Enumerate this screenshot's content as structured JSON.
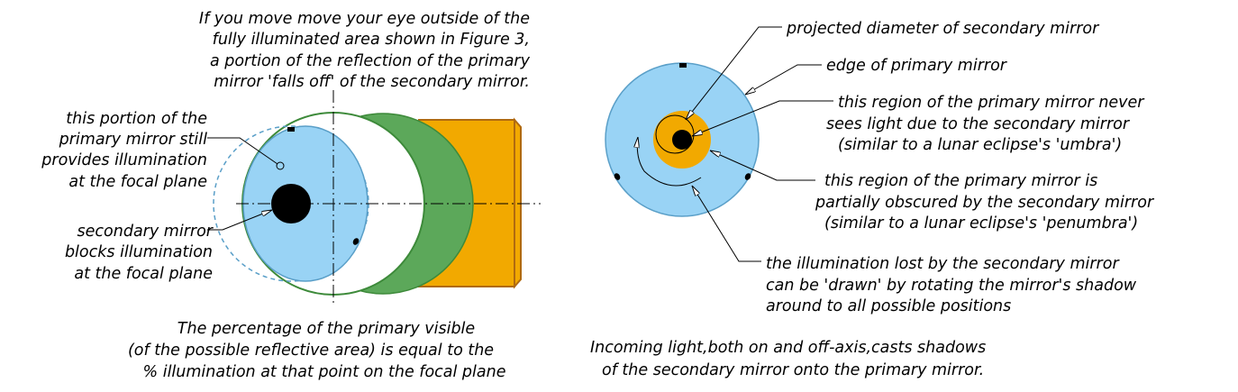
{
  "colors": {
    "blue": "#99d3f5",
    "blue_edge": "#5a9fc8",
    "green": "#5ca85a",
    "green_edge": "#3d8a3a",
    "orange": "#f2a900",
    "orange_edge": "#b06a10"
  },
  "left": {
    "intro": [
      "If you move move your eye outside of the",
      "fully illuminated area shown in Figure 3,",
      "a portion of the reflection of the primary",
      "mirror 'falls off' of the secondary mirror."
    ],
    "portion_label": [
      "this portion of the",
      "primary mirror still",
      "provides illumination",
      "at the focal plane"
    ],
    "secondary_label": [
      "secondary mirror",
      "blocks illumination",
      "at the focal plane"
    ],
    "caption": [
      "The percentage of the primary visible",
      "(of the possible reflective area) is equal to the",
      "% illumination at that point on the focal plane"
    ]
  },
  "right": {
    "projected": "projected diameter of secondary mirror",
    "edge": "edge of primary mirror",
    "umbra": [
      "this region of the primary mirror never",
      "sees light due to the secondary mirror",
      "(similar to a lunar eclipse's 'umbra')"
    ],
    "penumbra": [
      "this region of the primary mirror is",
      "partially obscured by the secondary mirror",
      "(similar to a lunar eclipse's 'penumbra')"
    ],
    "lost": [
      "the illumination lost by the secondary mirror",
      "can be 'drawn' by rotating the mirror's shadow",
      "around to all possible positions"
    ],
    "caption": [
      "Incoming light,both on and off-axis,casts shadows",
      "of the secondary mirror onto the primary mirror."
    ]
  }
}
